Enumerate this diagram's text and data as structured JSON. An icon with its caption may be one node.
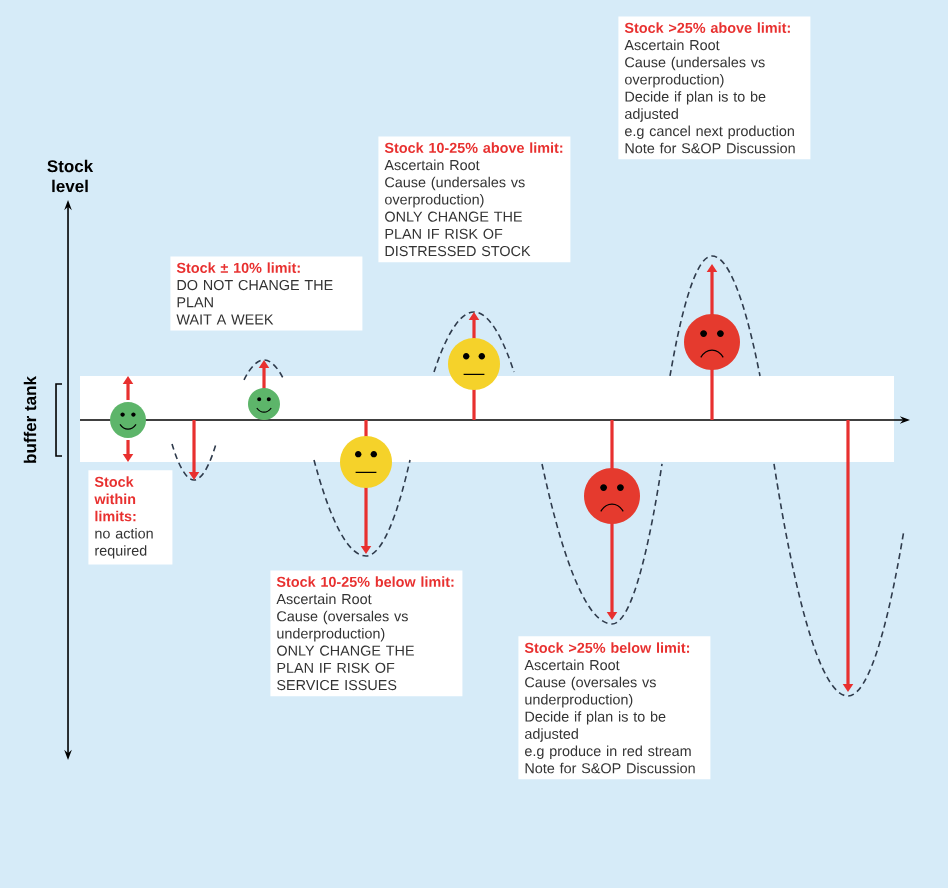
{
  "diagram": {
    "nodes": [
      {
        "text": [
          "Stock within limits:",
          "no action required"
        ]
      },
      {
        "text": [
          "Stock ± 10%  limit:",
          "DO NOT CHANGE THE PLAN",
          "WAIT A WEEK"
        ]
      },
      {
        "text": [
          "Stock 10-25%  below limit:",
          "Ascertain Root Cause (oversales vs underproduction)",
          "ONLY CHANGE THE PLAN IF RISK OF SERVICE ISSUES"
        ]
      },
      {
        "text": [
          "Stock 10-25%  above limit:",
          "Ascertain Root Cause (undersales vs overproduction)",
          "ONLY CHANGE THE PLAN IF RISK OF DISTRESSED STOCK"
        ]
      },
      {
        "text": [
          "Stock >25%  above limit:",
          "Ascertain Root Cause (undersales vs overproduction)",
          "Decide if plan is to be adjusted",
          "e.g cancel next production",
          "Note for S&OP Discussion"
        ]
      },
      {
        "text": [
          "Stock >25%  below limit:",
          "Ascertain Root Cause (oversales vs underproduction)",
          "Decide if plan is to be adjusted",
          "e.g produce in red stream",
          "Note for S&OP Discussion"
        ]
      }
    ],
    "labels": [
      "Stock level",
      "buffer tank"
    ]
  }
}
